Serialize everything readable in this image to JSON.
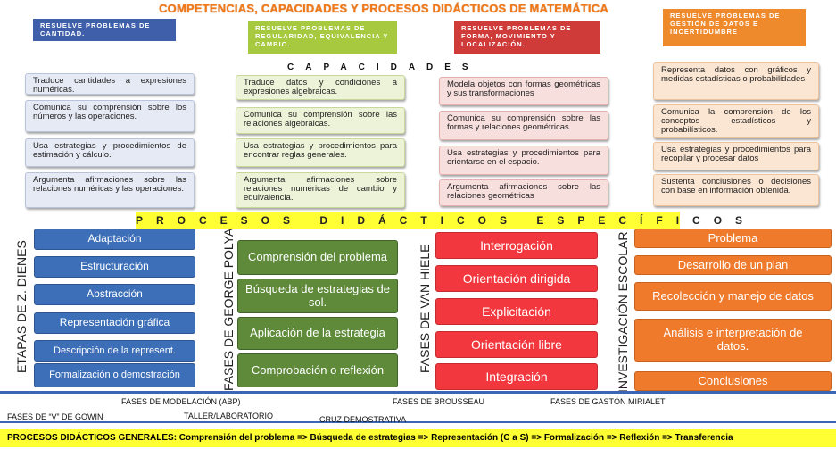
{
  "title": "COMPETENCIAS, CAPACIDADES Y PROCESOS DIDÁCTICOS DE MATEMÁTICA",
  "competencies": [
    {
      "label": "RESUELVE PROBLEMAS DE CANTIDAD.",
      "color": "#3f5faa"
    },
    {
      "label": "RESUELVE PROBLEMAS DE REGULARIDAD, EQUIVALENCIA Y CAMBIO.",
      "color": "#a6c93f"
    },
    {
      "label": "RESUELVE PROBLEMAS DE FORMA, MOVIMIENTO Y LOCALIZACIÓN.",
      "color": "#cf3b38"
    },
    {
      "label": "RESUELVE PROBLEMAS DE GESTIÓN DE DATOS E INCERTIDUMBRE",
      "color": "#ee8a2c"
    }
  ],
  "capacidades_label": "CAPACIDADES",
  "capacities": {
    "cantidad": [
      "Traduce cantidades a expresiones numéricas.",
      "Comunica su comprensión sobre los números y las operaciones.",
      "Usa estrategias y procedimientos de estimación y cálculo.",
      "Argumenta afirmaciones sobre las relaciones numéricas y las operaciones."
    ],
    "regularidad": [
      "Traduce datos y condiciones a expresiones algebraicas.",
      "Comunica su comprensión sobre las relaciones algebraicas.",
      "Usa estrategias y procedimientos para encontrar reglas generales.",
      "Argumenta afirmaciones sobre relaciones numéricas de cambio y equivalencia."
    ],
    "forma": [
      "Modela objetos con formas geométricas y sus transformaciones",
      "Comunica su comprensión sobre las formas y relaciones geométricas.",
      "Usa estrategias y procedimientos para orientarse en el espacio.",
      "Argumenta afirmaciones sobre las relaciones geométricas"
    ],
    "datos": [
      "Representa datos con gráficos y medidas estadísticas o probabilidades",
      "Comunica la comprensión de los conceptos estadísticos y probabilísticos.",
      "Usa estrategias y procedimientos para recopilar y procesar datos",
      "Sustenta conclusiones o decisiones con base en información obtenida."
    ]
  },
  "procesos_label": "PROCESOS DIDÁCTICOS ESPECÍFICOS",
  "columns": [
    {
      "label": "ETAPAS DE Z. DIENES",
      "steps": [
        "Adaptación",
        "Estructuración",
        "Abstracción",
        "Representación gráfica",
        "Descripción de la represent.",
        "Formalización o demostración"
      ]
    },
    {
      "label": "FASES DE GEORGE POLYA",
      "steps": [
        "Comprensión del problema",
        "Búsqueda de estrategias de sol.",
        "Aplicación de la estrategia",
        "Comprobación o reflexión"
      ]
    },
    {
      "label": "FASES DE VAN HIELE",
      "steps": [
        "Interrogación",
        "Orientación dirigida",
        "Explicitación",
        "Orientación libre",
        "Integración"
      ]
    },
    {
      "label": "INVESTIGACIÓN ESCOLAR",
      "steps": [
        "Problema",
        "Desarrollo de un plan",
        "Recolección y manejo de datos",
        "Análisis e interpretación de datos.",
        "Conclusiones"
      ]
    }
  ],
  "footer": {
    "modelacion": "FASES DE MODELACIÓN (ABP)",
    "brousseau": "FASES DE BROUSSEAU",
    "gaston": "FASES DE GASTÓN MIRIALET",
    "gowin": "FASES DE “V” DE GOWIN",
    "taller": "TALLER/LABORATORIO",
    "cruz": "CRUZ DEMOSTRATIVA"
  },
  "general": "PROCESOS DIDÁCTICOS GENERALES: Comprensión del problema => Búsqueda de estrategias => Representación (C a S) => Formalización => Reflexión => Transferencia"
}
